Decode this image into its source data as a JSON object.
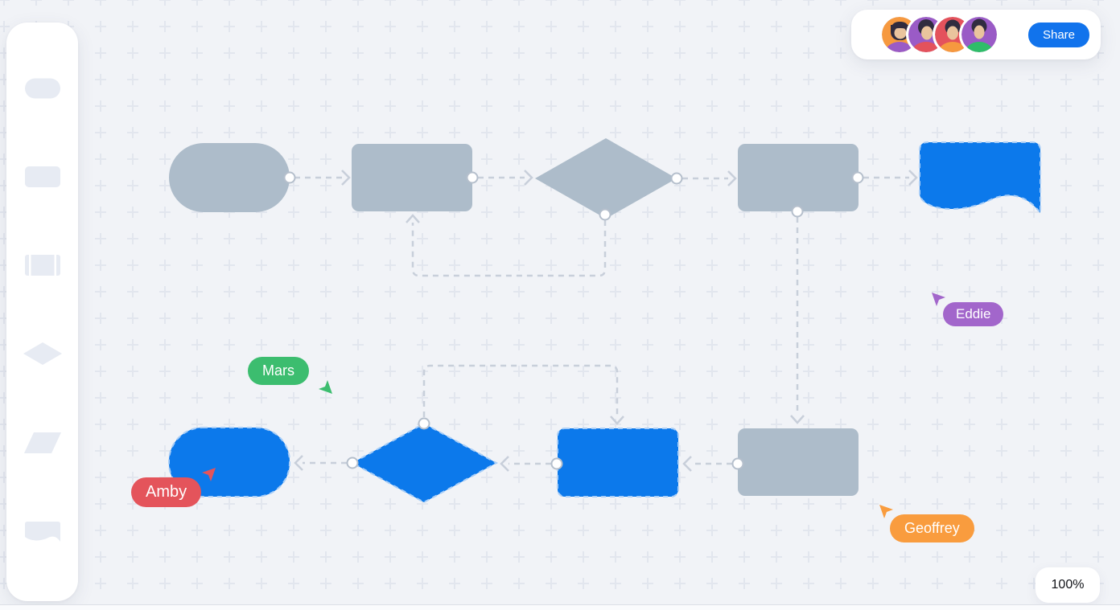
{
  "header": {
    "share_label": "Share"
  },
  "avatars": [
    {
      "name": "avatar-1",
      "bg": "#F6993F",
      "shirt": "#9A5BC6"
    },
    {
      "name": "avatar-2",
      "bg": "#9A5BC6",
      "shirt": "#E4525C"
    },
    {
      "name": "avatar-3",
      "bg": "#E4525C",
      "shirt": "#F6993F"
    },
    {
      "name": "avatar-4",
      "bg": "#9A5BC6",
      "shirt": "#2FBD69"
    }
  ],
  "collaborators": [
    {
      "name": "Eddie",
      "color": "#A266CB"
    },
    {
      "name": "Mars",
      "color": "#3CBD6F"
    },
    {
      "name": "Amby",
      "color": "#E4545B"
    },
    {
      "name": "Geoffrey",
      "color": "#F99C3E"
    }
  ],
  "zoom_control": {
    "level": "100%"
  },
  "sidebar": {
    "tools": [
      {
        "id": "terminator",
        "icon": "stadium-shape-icon"
      },
      {
        "id": "process",
        "icon": "rounded-rectangle-icon"
      },
      {
        "id": "subroutine",
        "icon": "subroutine-rectangle-icon"
      },
      {
        "id": "decision",
        "icon": "diamond-icon"
      },
      {
        "id": "input-output",
        "icon": "parallelogram-icon"
      },
      {
        "id": "document",
        "icon": "document-shape-icon"
      }
    ]
  },
  "canvas": {
    "colors": {
      "node_gray": "#ADBCCA",
      "node_blue": "#0C79EB",
      "node_blue_dash": "#A9CEF7",
      "connector": "#C8CFDA",
      "grid_plus": "#E2E6EE",
      "background": "#F1F3F7"
    },
    "shapes": [
      {
        "id": "terminator-1",
        "type": "terminator",
        "fill": "gray"
      },
      {
        "id": "process-1",
        "type": "process",
        "fill": "gray"
      },
      {
        "id": "decision-1",
        "type": "decision",
        "fill": "gray"
      },
      {
        "id": "process-2",
        "type": "process",
        "fill": "gray"
      },
      {
        "id": "document-1",
        "type": "document",
        "fill": "blue"
      },
      {
        "id": "terminator-2",
        "type": "terminator",
        "fill": "blue"
      },
      {
        "id": "decision-2",
        "type": "decision",
        "fill": "blue"
      },
      {
        "id": "process-3",
        "type": "process",
        "fill": "blue"
      },
      {
        "id": "process-4",
        "type": "process",
        "fill": "gray"
      }
    ]
  }
}
